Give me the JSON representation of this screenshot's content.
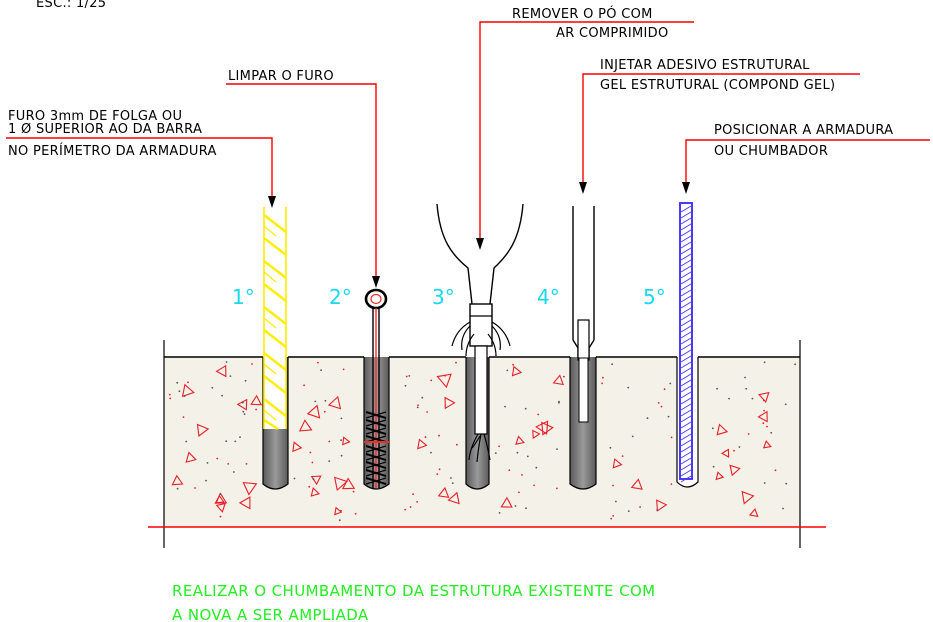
{
  "scale_label": "ESC.: 1/25",
  "callouts": {
    "c1": {
      "lines": [
        "FURO 3mm DE FOLGA OU",
        "1 Ø SUPERIOR AO DA BARRA",
        "NO PERÍMETRO DA ARMADURA"
      ]
    },
    "c2": {
      "lines": [
        "LIMPAR O FURO"
      ]
    },
    "c3": {
      "lines": [
        "REMOVER O PÓ COM",
        "AR COMPRIMIDO"
      ]
    },
    "c4": {
      "lines": [
        "INJETAR ADESIVO ESTRUTURAL",
        "GEL ESTRUTURAL (COMPOND GEL)"
      ]
    },
    "c5": {
      "lines": [
        "POSICIONAR A ARMADURA",
        "OU CHUMBADOR"
      ]
    }
  },
  "steps": [
    "1°",
    "2°",
    "3°",
    "4°",
    "5°"
  ],
  "note_lines": [
    "REALIZAR O CHUMBAMENTO DA ESTRUTURA EXISTENTE COM",
    "A NOVA A SER AMPLIADA"
  ],
  "colors": {
    "leader": "#ff0000",
    "aggregate": "#e8202a",
    "step_numbers": "#19d8ef",
    "note": "#22ee22",
    "rebar_1": "#ffee00",
    "rebar_5": "#4a3cff",
    "brush": "#ff2a2a",
    "hole": "#6d6d6d"
  }
}
